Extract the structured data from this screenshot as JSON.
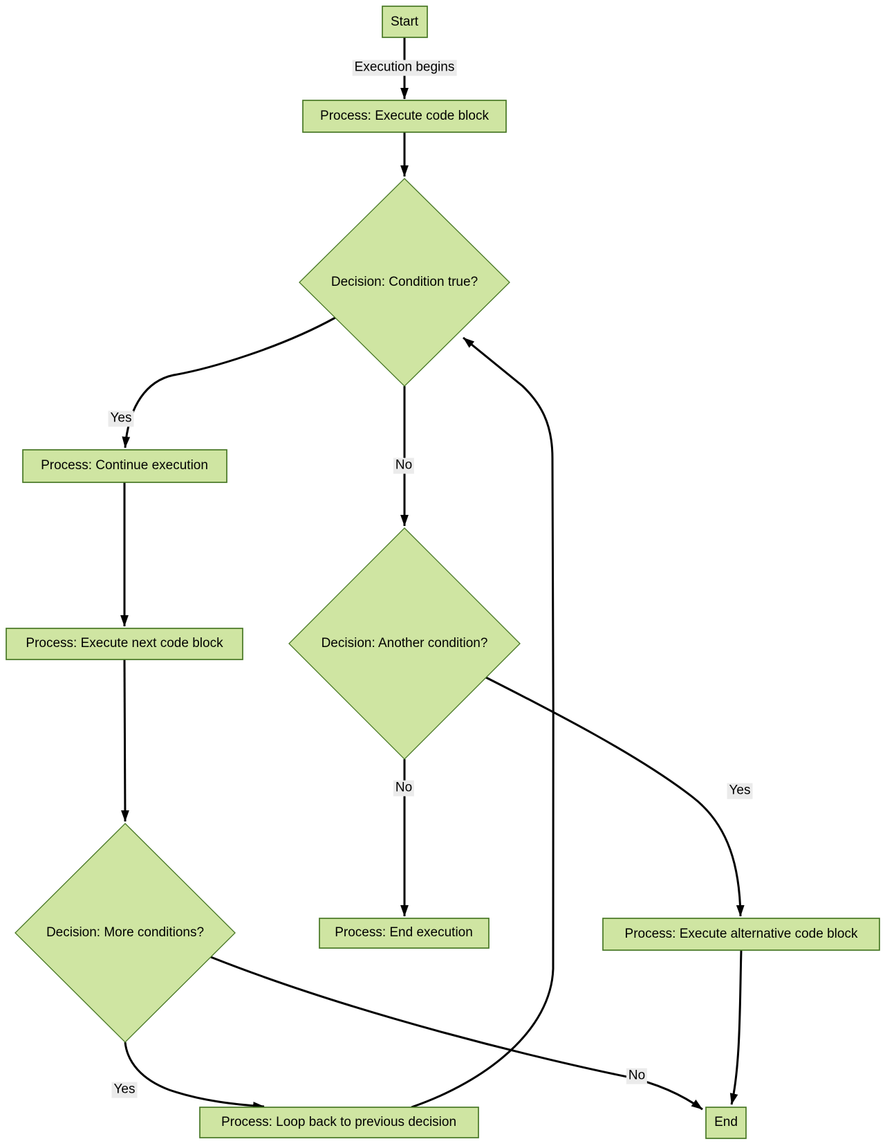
{
  "diagram": {
    "type": "flowchart",
    "colors": {
      "background": "#ffffff",
      "node_fill": "#cfe5a2",
      "node_border": "#477724",
      "edge": "#000000",
      "edge_label_bg": "#ebebeb",
      "text": "#000000"
    },
    "nodes": {
      "start": {
        "label": "Start",
        "shape": "box"
      },
      "exec_code": {
        "label": "Process: Execute code block",
        "shape": "box"
      },
      "cond_true": {
        "label": "Decision: Condition true?",
        "shape": "diamond"
      },
      "continue_exec": {
        "label": "Process: Continue execution",
        "shape": "box"
      },
      "another_cond": {
        "label": "Decision: Another condition?",
        "shape": "diamond"
      },
      "exec_next": {
        "label": "Process: Execute next code block",
        "shape": "box"
      },
      "more_cond": {
        "label": "Decision: More conditions?",
        "shape": "diamond"
      },
      "end_exec": {
        "label": "Process: End execution",
        "shape": "box"
      },
      "exec_alt": {
        "label": "Process: Execute alternative code block",
        "shape": "box"
      },
      "loop_back": {
        "label": "Process: Loop back to previous decision",
        "shape": "box"
      },
      "end": {
        "label": "End",
        "shape": "box"
      }
    },
    "edges": [
      {
        "from": "start",
        "to": "exec_code",
        "label": "Execution begins"
      },
      {
        "from": "exec_code",
        "to": "cond_true",
        "label": ""
      },
      {
        "from": "cond_true",
        "to": "continue_exec",
        "label": "Yes"
      },
      {
        "from": "cond_true",
        "to": "another_cond",
        "label": "No"
      },
      {
        "from": "continue_exec",
        "to": "exec_next",
        "label": ""
      },
      {
        "from": "exec_next",
        "to": "more_cond",
        "label": ""
      },
      {
        "from": "another_cond",
        "to": "end_exec",
        "label": "No"
      },
      {
        "from": "another_cond",
        "to": "exec_alt",
        "label": "Yes"
      },
      {
        "from": "more_cond",
        "to": "loop_back",
        "label": "Yes"
      },
      {
        "from": "more_cond",
        "to": "end",
        "label": "No"
      },
      {
        "from": "exec_alt",
        "to": "end",
        "label": ""
      },
      {
        "from": "loop_back",
        "to": "cond_true",
        "label": ""
      }
    ]
  }
}
